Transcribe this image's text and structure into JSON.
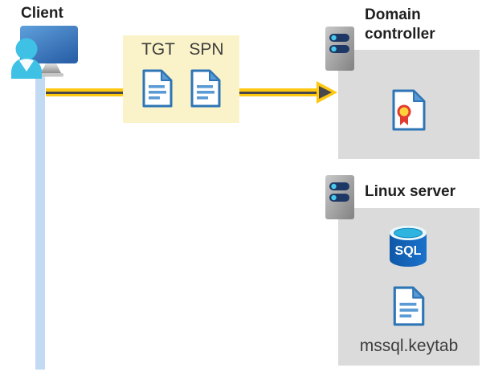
{
  "client": {
    "label": "Client"
  },
  "tickets": {
    "tgt_label": "TGT",
    "spn_label": "SPN"
  },
  "domain_controller": {
    "label": "Domain controller"
  },
  "linux_server": {
    "label": "Linux server",
    "sql_text": "SQL",
    "keytab_label": "mssql.keytab"
  },
  "colors": {
    "arrow_yellow": "#fec810",
    "arrow_core_dark": "#47474d",
    "ticket_box_bg": "#faf3c9",
    "panel_bg": "#dbdbdb",
    "connection_bar_blue": "#c3daf3",
    "document_blue": "#2e75b6",
    "person_cyan": "#3ec1e5",
    "sql_body_blue": "#1464be",
    "seal_red": "#e23b2e",
    "seal_yellow": "#ffd23b"
  }
}
